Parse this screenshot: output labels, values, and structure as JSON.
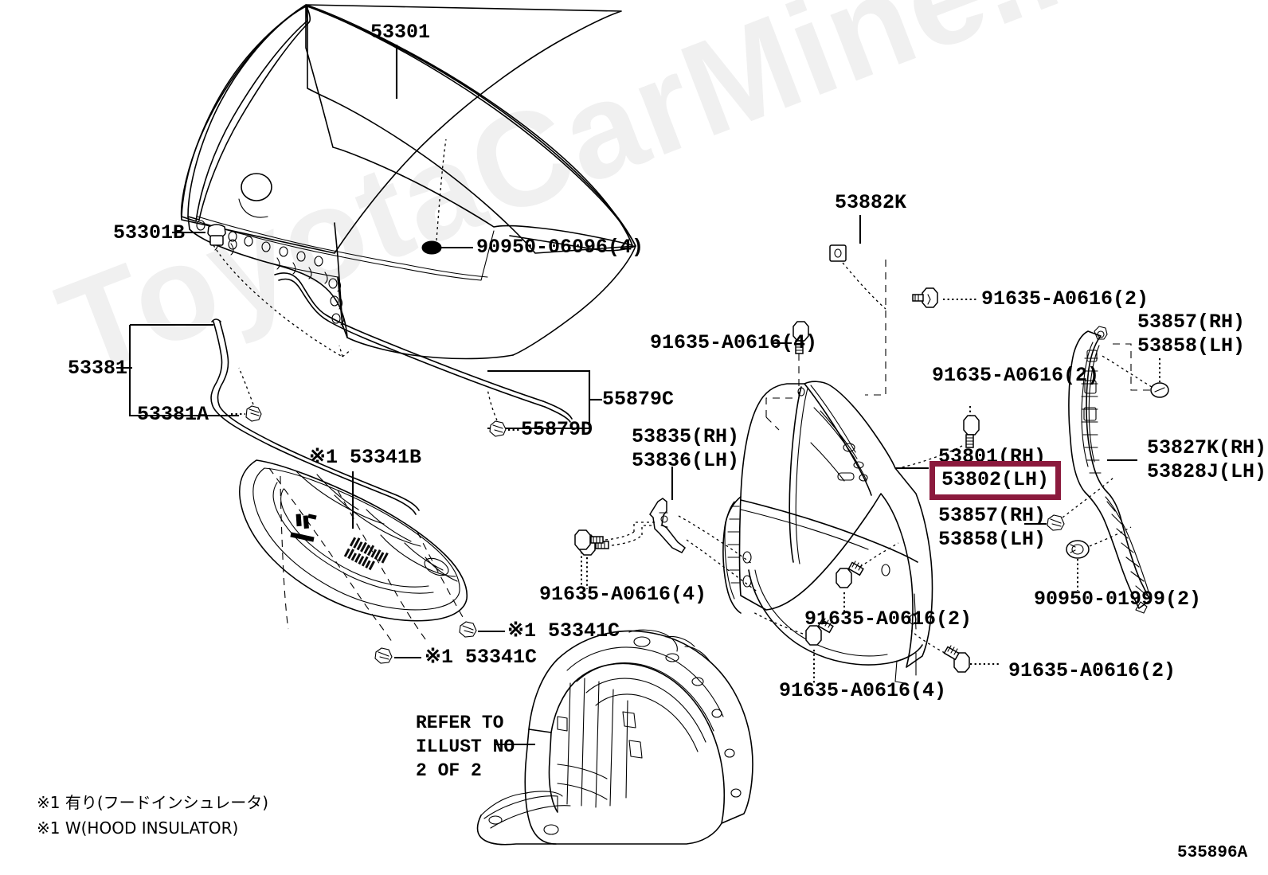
{
  "diagram": {
    "figure_number": "535896A",
    "watermark": "ToyotaCarMine.ru",
    "highlight_color": "#8B1A3D",
    "refer_note": "REFER TO\nILLUST NO\n2 OF 2",
    "footnotes": [
      "※1 有り(フードインシュレータ)",
      "※1 W(HOOD INSULATOR)"
    ]
  },
  "labels": {
    "hood": "53301",
    "hood_cushion": "53301B",
    "hood_clip": "90950-06096(4)",
    "support_rod": "53381",
    "rod_clip": "53381A",
    "wire_c": "55879C",
    "wire_clip_d": "55879D",
    "insulator": "※1 53341B",
    "insulator_clip_1": "※1 53341C",
    "insulator_clip_2": "※1 53341C",
    "seal": "53882K",
    "bolt_top": "91635-A0616(2)",
    "bolt_left": "91635-A0616(4)",
    "bolt_mid": "91635-A0616(2)",
    "bolt_lower_left": "91635-A0616(4)",
    "bolt_lower_mid": "91635-A0616(2)",
    "bolt_lower_right": "91635-A0616(2)",
    "bolt_insulator": "91635-A0616(4)",
    "bracket_rh": "53835(RH)",
    "bracket_lh": "53836(LH)",
    "fender_rh": "53801(RH)",
    "fender_lh_highlight": "53802(LH)",
    "clip_upper_rh": "53857(RH)",
    "clip_upper_lh": "53858(LH)",
    "clip_lower_rh": "53857(RH)",
    "clip_lower_lh": "53858(LH)",
    "seal_rh": "53827K(RH)",
    "seal_lh": "53828J(LH)",
    "grommet": "90950-01999(2)"
  }
}
